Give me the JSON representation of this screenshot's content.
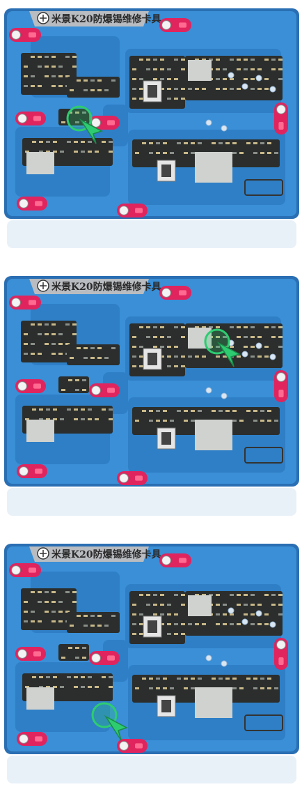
{
  "product": {
    "label_text": "米景K20防爆锡维修卡具",
    "logo": "mijing-logo"
  },
  "colors": {
    "plate_blue": "#3a8fd6",
    "plate_edge": "#2a6fb3",
    "clip_red": "#e0245e",
    "board_dark": "#2b2e2c",
    "shield_silver": "#cfd2cf",
    "highlight_green": "#2ecc71",
    "label_grey": "#b9bcc0"
  },
  "panels": [
    {
      "label_text": "米景K20防爆锡维修卡具",
      "highlight": "small-chip-left"
    },
    {
      "label_text": "米景K20防爆锡维修卡具",
      "highlight": "top-right-board"
    },
    {
      "label_text": "米景K20防爆锡维修卡具",
      "highlight": "bottom-center-clip"
    }
  ]
}
